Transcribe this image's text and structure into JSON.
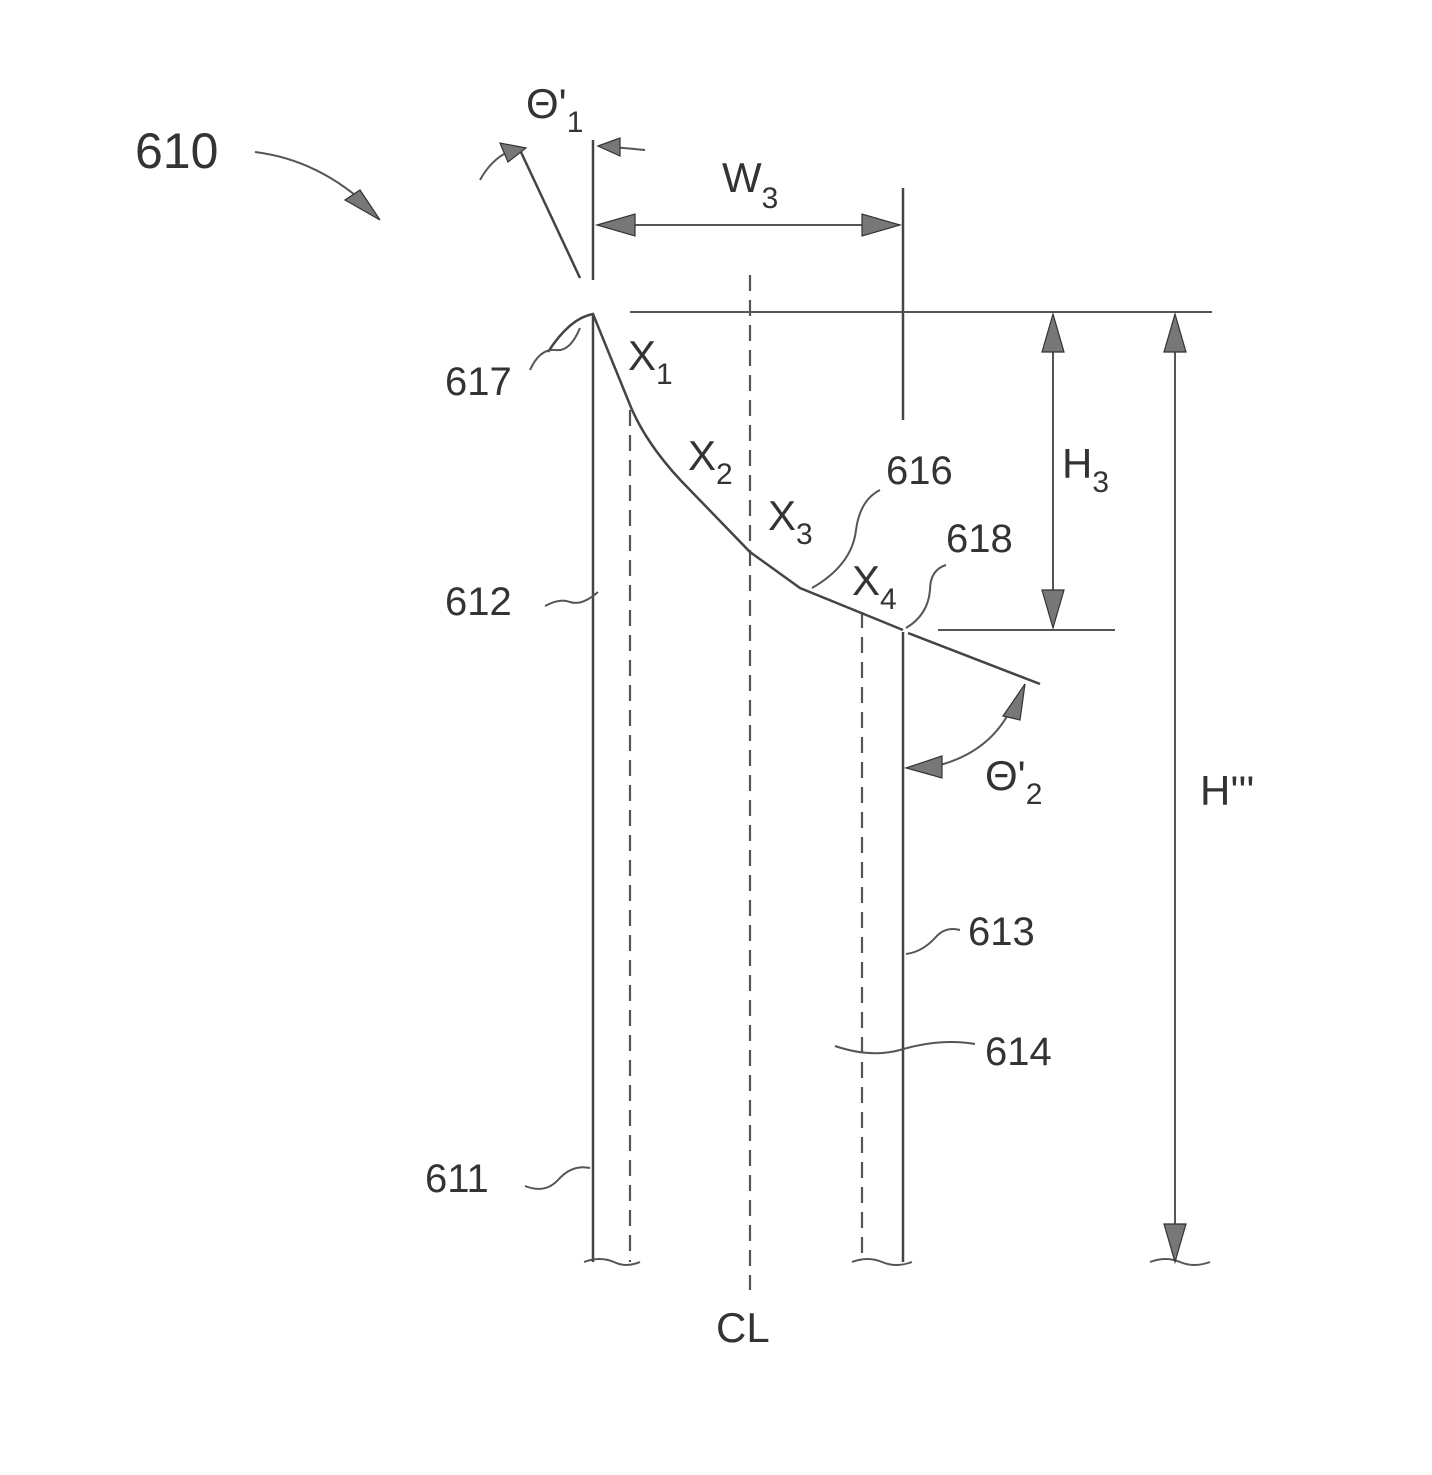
{
  "figure_label": "610",
  "refs": {
    "r611": "611",
    "r612": "612",
    "r613": "613",
    "r614": "614",
    "r616": "616",
    "r617": "617",
    "r618": "618"
  },
  "dimensions": {
    "w": {
      "main": "W",
      "sub": "3"
    },
    "h3": {
      "main": "H",
      "sub": "3"
    },
    "h_total": "H'''",
    "theta1": {
      "main": "Θ'",
      "sub": "1"
    },
    "theta2": {
      "main": "Θ'",
      "sub": "2"
    }
  },
  "points": {
    "x1": {
      "main": "X",
      "sub": "1"
    },
    "x2": {
      "main": "X",
      "sub": "2"
    },
    "x3": {
      "main": "X",
      "sub": "3"
    },
    "x4": {
      "main": "X",
      "sub": "4"
    }
  },
  "centerline": "CL"
}
